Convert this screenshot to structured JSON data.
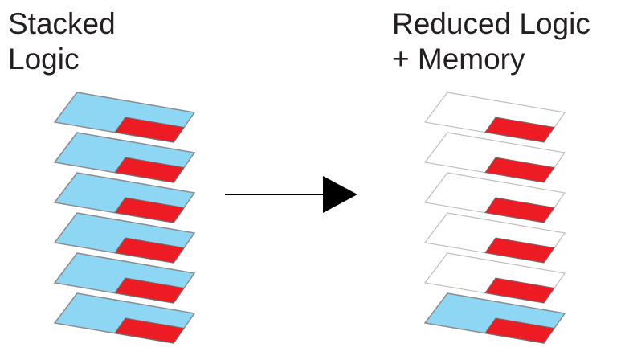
{
  "left_stack": {
    "title_line1": "Stacked",
    "title_line2": "Logic",
    "layers": [
      "logic",
      "logic",
      "logic",
      "logic",
      "logic",
      "logic"
    ]
  },
  "right_stack": {
    "title_line1": "Reduced Logic",
    "title_line2": "+ Memory",
    "layers": [
      "memory",
      "memory",
      "memory",
      "memory",
      "memory",
      "logic"
    ]
  },
  "colors": {
    "logic_plane_fill": "#8dd7f5",
    "memory_plane_fill": "#ffffff",
    "block_fill": "#ed1c24",
    "plane_outline": "#8c8c8c",
    "memory_outline": "#bfbfbf",
    "arrow": "#000000",
    "text": "#231f20"
  }
}
